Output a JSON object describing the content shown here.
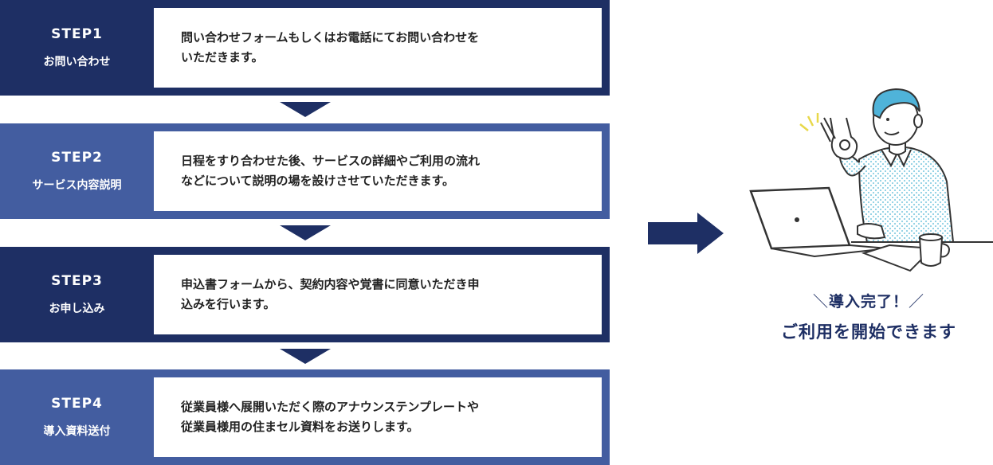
{
  "steps": [
    {
      "num": "STEP1",
      "name": "お問い合わせ",
      "text": "問い合わせフォームもしくはお電話にてお問い合わせを\nいただきます。"
    },
    {
      "num": "STEP2",
      "name": "サービス内容説明",
      "text": "日程をすり合わせた後、サービスの詳細やご利用の流れ\nなどについて説明の場を設けさせていただきます。"
    },
    {
      "num": "STEP3",
      "name": "お申し込み",
      "text": "申込書フォームから、契約内容や覚書に同意いただき申\n込みを行います。"
    },
    {
      "num": "STEP4",
      "name": "導入資料送付",
      "text": "従業員様へ展開いただく際のアナウンステンプレートや\n従業員様用の住まセル資料をお送りします。"
    }
  ],
  "completion": {
    "slash_left": "＼",
    "line1": "導入完了！",
    "slash_right": "／",
    "line2": "ご利用を開始できます"
  },
  "colors": {
    "dark": "#1e2f64",
    "mid": "#435da0",
    "accent": "#4fb3d9"
  }
}
